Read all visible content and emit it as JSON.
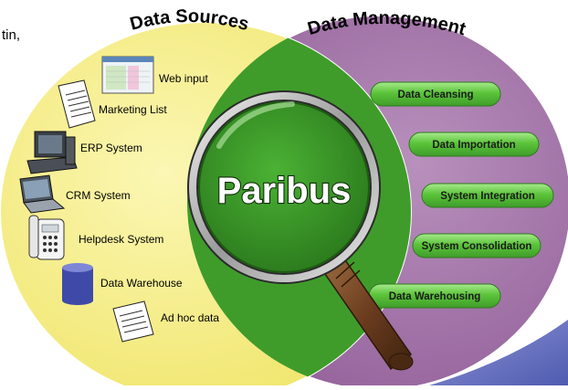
{
  "corner_text": "tin,",
  "headings": {
    "left": "Data Sources",
    "right": "Data Management"
  },
  "center": {
    "label": "Paribus"
  },
  "sources": [
    {
      "label": "Web input",
      "icon": "web-input-icon"
    },
    {
      "label": "Marketing List",
      "icon": "document-icon"
    },
    {
      "label": "ERP System",
      "icon": "desktop-computer-icon"
    },
    {
      "label": "CRM System",
      "icon": "laptop-icon"
    },
    {
      "label": "Helpdesk System",
      "icon": "telephone-icon"
    },
    {
      "label": "Data Warehouse",
      "icon": "database-cylinder-icon"
    },
    {
      "label": "Ad hoc data",
      "icon": "document-icon"
    }
  ],
  "management": [
    {
      "label": "Data Cleansing"
    },
    {
      "label": "Data Importation"
    },
    {
      "label": "System Integration"
    },
    {
      "label": "System Consolidation"
    },
    {
      "label": "Data Warehousing"
    }
  ],
  "colors": {
    "left_circle": "#f5ee7e",
    "right_circle": "#a679ab",
    "overlap": "#3f9c2a",
    "pill": "#5bc43a",
    "pill_highlight": "#9be07c",
    "handle": "#6b3c1e",
    "accent_swoosh": "#4f5bb0"
  }
}
